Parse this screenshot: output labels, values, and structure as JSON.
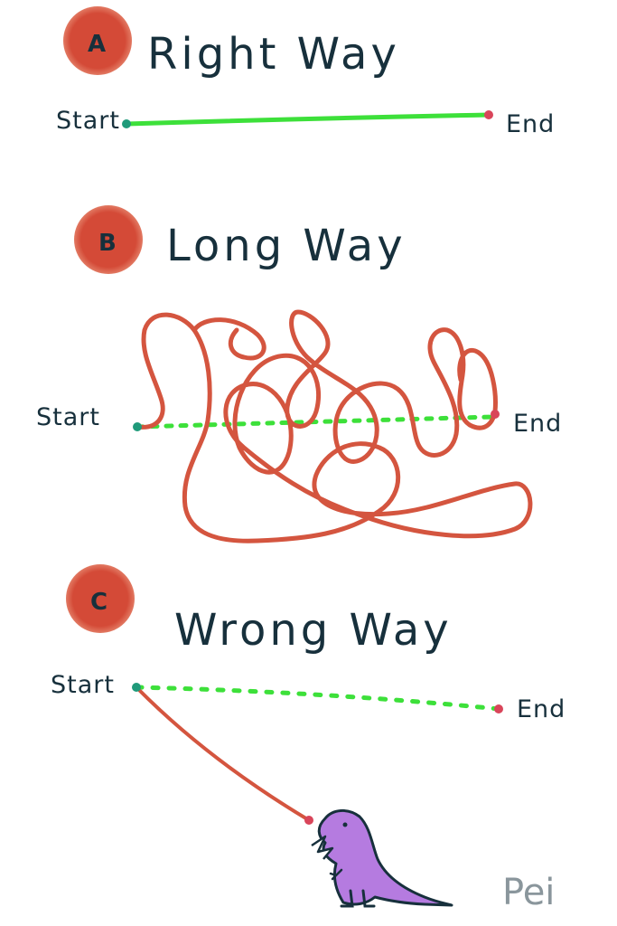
{
  "sections": [
    {
      "badge": "A",
      "title": "Right Way",
      "start_label": "Start",
      "end_label": "End"
    },
    {
      "badge": "B",
      "title": "Long Way",
      "start_label": "Start",
      "end_label": "End"
    },
    {
      "badge": "C",
      "title": "Wrong Way",
      "start_label": "Start",
      "end_label": "End"
    }
  ],
  "signature": "Pei",
  "colors": {
    "badge": "#d44a37",
    "straight_path": "#3de03a",
    "dotted_path": "#3de03a",
    "wandering_path": "#d4553f",
    "start_dot": "#1f9a7a",
    "end_dot": "#d9455a",
    "ink": "#17303c",
    "dinosaur": "#b57be0"
  },
  "icons": {
    "monster": "dinosaur-icon"
  }
}
